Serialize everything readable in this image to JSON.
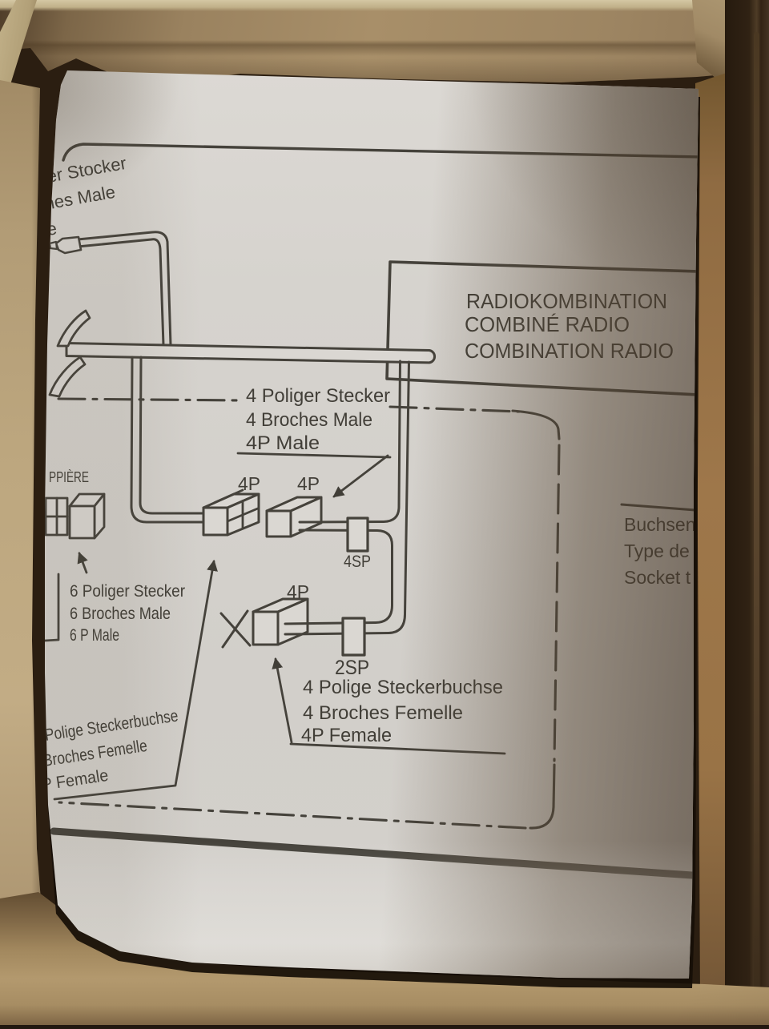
{
  "diagram": {
    "radio_box": {
      "lines": [
        "RADIOKOMBINATION",
        "COMBINÉ RADIO",
        "COMBINATION RADIO"
      ]
    },
    "male4": {
      "lines": [
        "4 Poliger Stecker",
        "4 Broches Male",
        "4P Male"
      ]
    },
    "female4": {
      "lines": [
        "4 Polige Steckerbuchse",
        "4 Broches Femelle",
        "4P Female"
      ]
    },
    "male6": {
      "lines": [
        "6 Poliger Stecker",
        "6 Broches Male",
        "6 P Male"
      ]
    },
    "cut_top_left": {
      "lines": [
        "er Stocker",
        "hes Male",
        "le"
      ]
    },
    "cut_bottom_left": {
      "lines": [
        "Polige Steckerbuchse",
        "Broches Femelle",
        "P Female"
      ]
    },
    "cut_left_word": "PPIÈRE",
    "socket_type": {
      "lines": [
        "Buchsen",
        "Type de",
        "Socket t"
      ]
    },
    "connector_labels": {
      "p4_a": "4P",
      "p4_b": "4P",
      "p4_c": "4P",
      "sp4": "4SP",
      "sp2": "2SP"
    }
  },
  "colors": {
    "paper": "#d8d5d0",
    "ink": "#413e37",
    "cardboard": "#ab9571"
  }
}
